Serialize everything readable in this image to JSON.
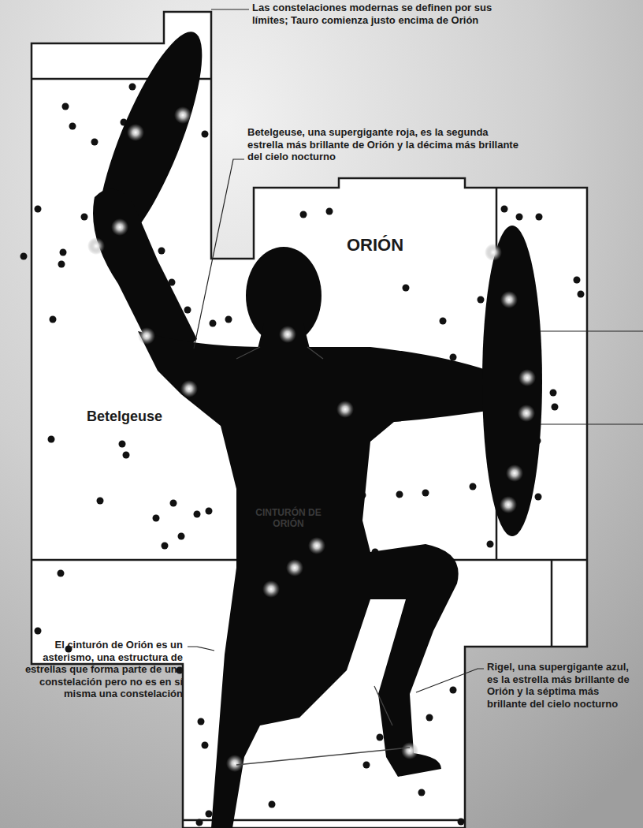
{
  "diagram": {
    "labels": [
      "Las constelaciones modernas se definen por sus límites; Tauro comienza justo encima de Orión",
      "Betelgeuse, una supergigante roja, es la segunda estrella más brillante de Orión y la décima más brillante del cielo nocturno",
      "ORIÓN",
      "Betelgeuse",
      "CINTURÓN DE ORIÓN",
      "El cinturón de Orión es un asterismo, una estructura de estrellas que forma parte de una constelación pero no es en sí misma una constelación",
      "Rigel, una supergigante azul, es la estrella más brillante de Orión y la séptima más brillante del cielo nocturno"
    ]
  }
}
